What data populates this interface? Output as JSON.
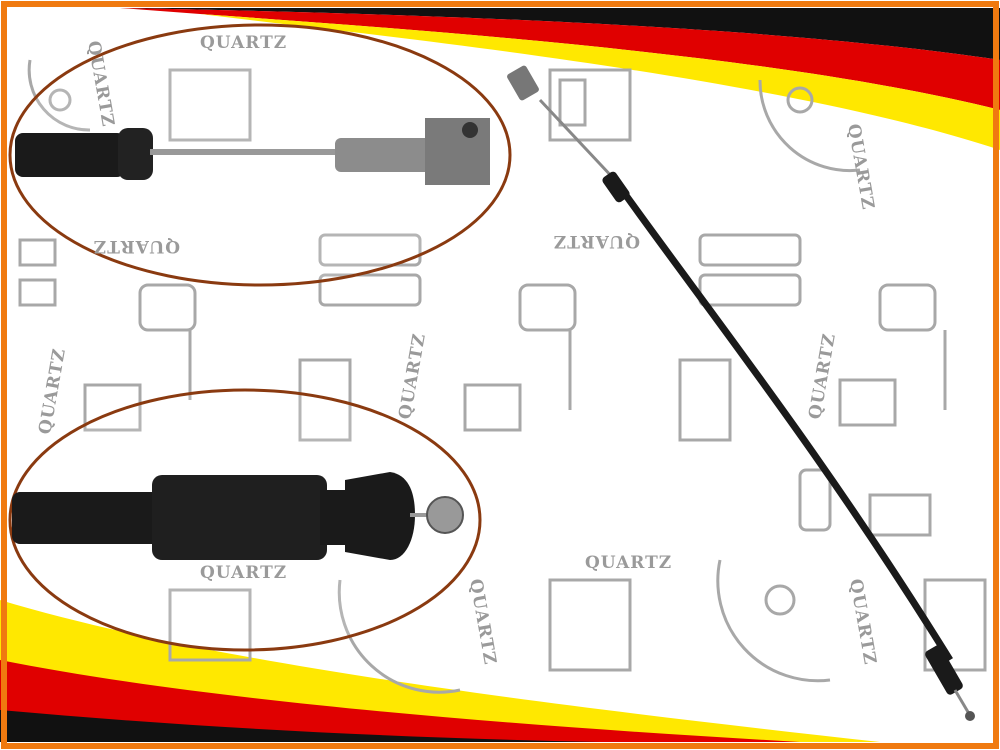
{
  "watermark": {
    "brand_text": "QUARTZ"
  },
  "colors": {
    "frame_orange": "#f07a10",
    "stripe_red": "#e00000",
    "stripe_yellow": "#ffe800",
    "stripe_black": "#111111",
    "watermark_gray": "#9a9a9a",
    "callout_outline": "#8a3a10",
    "cable_black": "#1a1a1a"
  },
  "product": {
    "subject": "cable",
    "callouts": [
      "cable-end-fitting-detail",
      "cable-sleeve-detail"
    ]
  }
}
